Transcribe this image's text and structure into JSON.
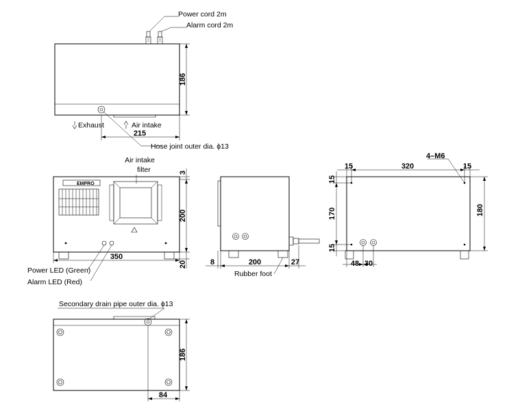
{
  "top_view": {
    "labels": {
      "power_cord": "Power cord 2m",
      "alarm_cord": "Alarm cord 2m",
      "exhaust": "Exhaust",
      "air_intake": "Air intake",
      "hose_joint": "Hose joint  outer dia. ϕ13"
    },
    "dims": {
      "height": "186",
      "offset": "215"
    }
  },
  "front_view": {
    "labels": {
      "filter_line1": "Air intake",
      "filter_line2": "filter",
      "brand": "EMPRO",
      "power_led": "Power LED (Green)",
      "alarm_led": "Alarm LED (Red)"
    },
    "dims": {
      "top": "3",
      "height": "200",
      "width": "350",
      "foot": "20"
    }
  },
  "side_view": {
    "labels": {
      "rubber_foot": "Rubber foot"
    },
    "dims": {
      "left": "8",
      "width": "200",
      "right": "27"
    }
  },
  "rear_view": {
    "labels": {
      "holes": "4–M6"
    },
    "dims": {
      "top_left": "15",
      "top_mid": "320",
      "top_right": "15",
      "left_top": "15",
      "left_mid": "170",
      "left_bottom": "15",
      "height": "180",
      "bottom_a": "48",
      "bottom_b": "30"
    }
  },
  "bottom_view": {
    "labels": {
      "drain": "Secondary drain pipe  outer dia. ϕ13"
    },
    "dims": {
      "height": "186",
      "offset": "84"
    }
  }
}
